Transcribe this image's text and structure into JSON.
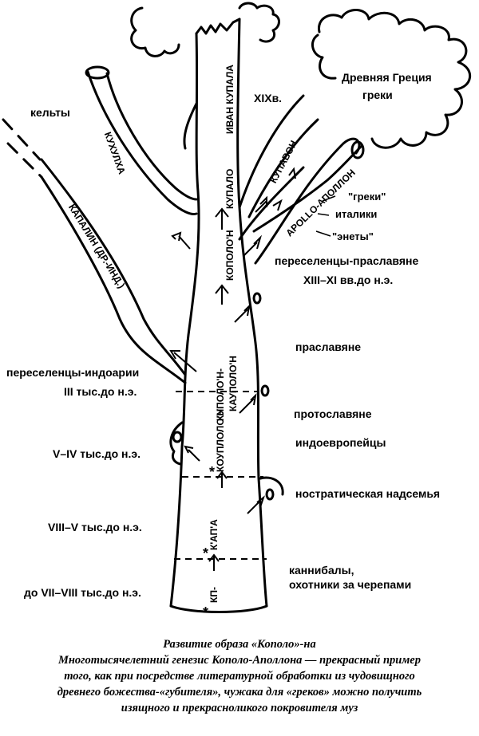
{
  "labels": {
    "celts": "кельты",
    "indo_aryan_migrants": "переселенцы-индоарии",
    "period_3mil": "III тыс.до н.э.",
    "period_5_4mil": "V–IV тыс.до н.э.",
    "period_8_5mil": "VIII–V тыс.до н.э.",
    "period_before_7_8mil": "до VII–VIII тыс.до н.э.",
    "century_19": "XIXв.",
    "ancient_greece": "Древняя Греция",
    "greeks": "греки",
    "greeks_quoted": "\"греки\"",
    "italics": "италики",
    "veneti": "\"энеты\"",
    "proto_slavic_migrants": "переселенцы-праславяне",
    "period_13_11c": "XIII–XI вв.до н.э.",
    "proto_slavs": "праславяне",
    "protoslavs": "протославяне",
    "indo_europeans": "индоевропейцы",
    "nostratic": "ностратическая надсемья",
    "cannibals": "каннибалы,",
    "skull_hunters": "охотники за черепами"
  },
  "branch_labels": {
    "kuhulha": "КУХУЛХА",
    "kapalin": "КАПАЛИН (ДР.-ИНД.)",
    "kupavon": "КУПАВОН",
    "apollo": "APOLLO-АПОЛЛОН",
    "ivan_kupala": "ИВАН КУПАЛА",
    "kupalo": "КУПАЛО",
    "kopolo": "КОПОЛО'Н",
    "kupolo_kaupolo": "КУПОЛО'Н-",
    "kaupolo": "КАУПОЛО'Н",
    "kouplolon": "КОУПЛОЛО'Н",
    "kapa": "К'АП'А",
    "kp": "КП-"
  },
  "caption": {
    "line1": "Развитие образа «Кополо»-на",
    "line2": "Многотысячелетний генезис Кополо-Аполлона — прекрасный пример",
    "line3": "того, как при посредстве литературной обработки из чудовищного",
    "line4": "древнего божества-«губителя», чужака для «греков» можно получить",
    "line5": "изящного и прекрасноликого покровителя муз"
  }
}
